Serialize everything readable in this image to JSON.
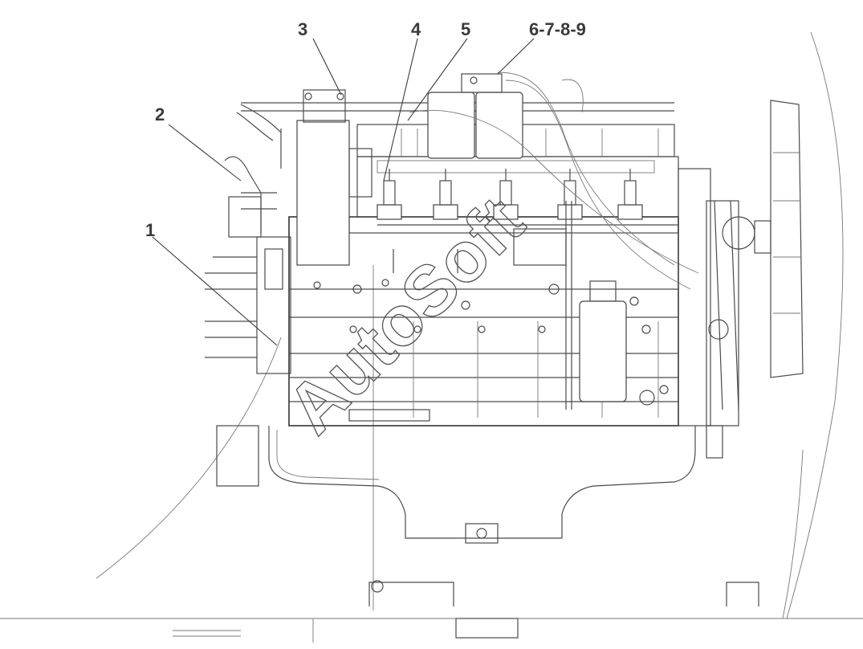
{
  "callouts": [
    {
      "id": "1",
      "label": "1"
    },
    {
      "id": "2",
      "label": "2"
    },
    {
      "id": "3",
      "label": "3"
    },
    {
      "id": "4",
      "label": "4"
    },
    {
      "id": "5",
      "label": "5"
    },
    {
      "id": "6-9",
      "label": "6-7-8-9"
    }
  ],
  "watermark": "AutoSoft"
}
